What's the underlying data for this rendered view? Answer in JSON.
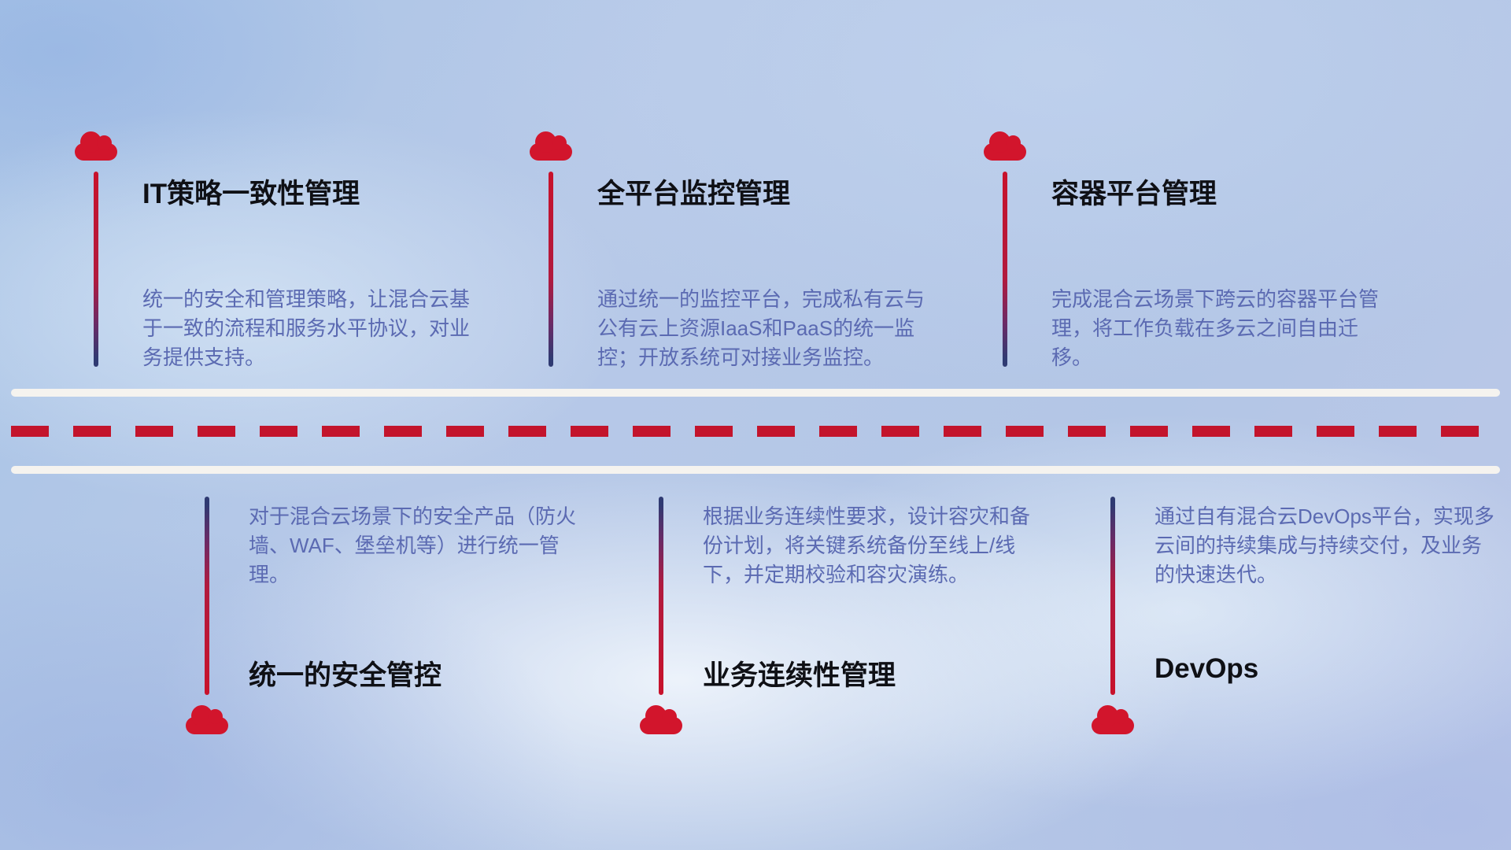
{
  "colors": {
    "cloud": "#d2152c",
    "pole_red": "#c8122b",
    "pole_navy": "#2f3a72",
    "dash": "#c3142c",
    "road_edge": "#f5f3ef",
    "title": "#0f1015",
    "description": "#5b6ab2"
  },
  "road": {
    "style": "two solid light edges with red dashed center line"
  },
  "items": [
    {
      "icon": "cloud",
      "position": "top",
      "title": "IT策略一致性管理",
      "description": "统一的安全和管理策略，让混合云基于一致的流程和服务水平协议，对业务提供支持。"
    },
    {
      "icon": "cloud",
      "position": "top",
      "title": "全平台监控管理",
      "description": "通过统一的监控平台，完成私有云与公有云上资源IaaS和PaaS的统一监控；开放系统可对接业务监控。"
    },
    {
      "icon": "cloud",
      "position": "top",
      "title": "容器平台管理",
      "description": "完成混合云场景下跨云的容器平台管理，将工作负载在多云之间自由迁移。"
    },
    {
      "icon": "cloud",
      "position": "bottom",
      "title": "统一的安全管控",
      "description": "对于混合云场景下的安全产品（防火墙、WAF、堡垒机等）进行统一管理。"
    },
    {
      "icon": "cloud",
      "position": "bottom",
      "title": "业务连续性管理",
      "description": "根据业务连续性要求，设计容灾和备份计划，将关键系统备份至线上/线下，并定期校验和容灾演练。"
    },
    {
      "icon": "cloud",
      "position": "bottom",
      "title": "DevOps",
      "description": "通过自有混合云DevOps平台，实现多云间的持续集成与持续交付，及业务的快速迭代。"
    }
  ]
}
